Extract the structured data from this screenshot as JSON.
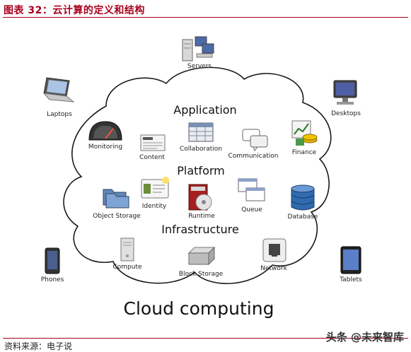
{
  "header": {
    "title": "图表 32：云计算的定义和结构"
  },
  "cloud": {
    "layers": {
      "application": "Application",
      "platform": "Platform",
      "infrastructure": "Infrastructure"
    },
    "title": "Cloud computing",
    "components": {
      "monitoring": "Monitoring",
      "content": "Content",
      "collaboration": "Collaboration",
      "communication": "Communication",
      "finance": "Finance",
      "object_storage": "Object Storage",
      "identity": "Identity",
      "runtime": "Runtime",
      "queue": "Queue",
      "database": "Database",
      "compute": "Compute",
      "block_storage": "Block Storage",
      "network": "Network"
    }
  },
  "devices": {
    "servers": "Servers",
    "laptops": "Laptops",
    "desktops": "Desktops",
    "phones": "Phones",
    "tablets": "Tablets"
  },
  "footer": {
    "source": "资料来源：电子说",
    "watermark": "头条 @未来智库"
  }
}
